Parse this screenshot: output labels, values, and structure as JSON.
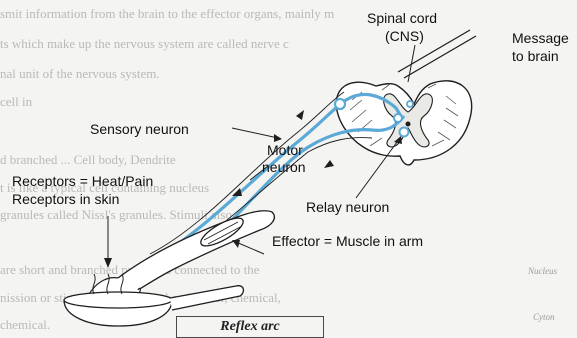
{
  "labels": {
    "spinal_cord": "Spinal cord",
    "cns": "(CNS)",
    "message_line1": "Message",
    "message_line2": "to brain",
    "sensory_neuron": "Sensory neuron",
    "motor_neuron_line1": "Motor",
    "motor_neuron_line2": "neuron",
    "receptors_line1": "Receptors = Heat/Pain",
    "receptors_line2": "Receptors in skin",
    "relay_neuron": "Relay neuron",
    "effector": "Effector = Muscle in arm",
    "caption": "Reflex arc"
  },
  "background_text": {
    "l1": "smit information from the brain to the effector organs, mainly m",
    "l2": "ts which make up the nervous system are called nerve c",
    "l3": "nal unit of the nervous system.",
    "l4": "cell in",
    "l5": "d branched                    ... Cell body, Dendrite",
    "l6": "t is like a typical cell containing                     nucleus",
    "l7": "granules called Nissl's granules. Stimuli                   also",
    "l8": "are short and branched processes connected to the",
    "l9": "nission or stimulus, which may be physical, chemical,",
    "l10": "chemical.",
    "side1": "Nucleus",
    "side2": "Cyton"
  },
  "colors": {
    "neuron_blue": "#5aa9d6",
    "line_dark": "#1e1e1e"
  }
}
